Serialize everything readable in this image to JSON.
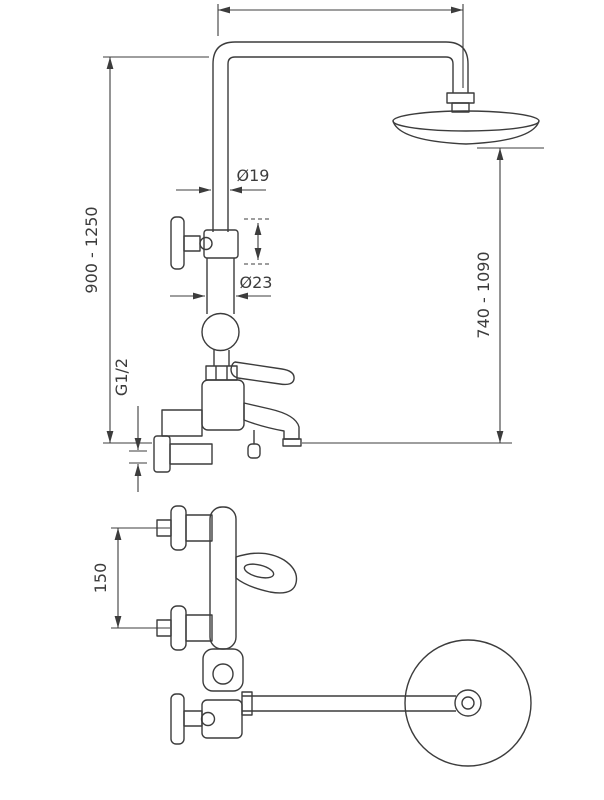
{
  "page": {
    "background": "#ffffff"
  },
  "drawing": {
    "stroke_color": "#3c3c3c",
    "labels": {
      "height_overall": "900 - 1250",
      "pipe_diameter": "Ø19",
      "tube_diameter": "Ø23",
      "thread_size": "G1/2",
      "height_shower_head": "740 - 1090",
      "inlet_spacing": "150"
    }
  }
}
